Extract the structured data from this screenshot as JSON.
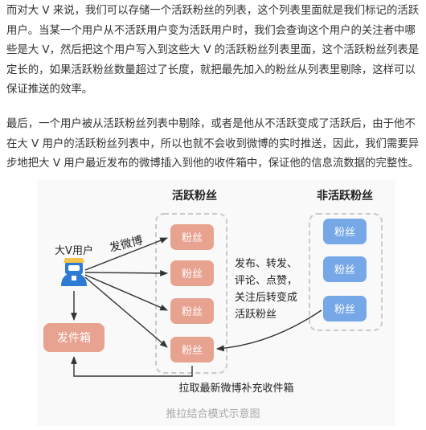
{
  "article": {
    "para1": "而对大 V 来说，我们可以存储一个活跃粉丝的列表，这个列表里面就是我们标记的活跃用户。当某一个用户从不活跃用户变为活跃用户时，我们会查询这个用户的关注者中哪些是大 V，然后把这个用户写入到这些大 V 的活跃粉丝列表里面，这个活跃粉丝列表是定长的，如果活跃粉丝数量超过了长度，就把最先加入的粉丝从列表里剔除，这样可以保证推送的效率。",
    "para2": "最后，一个用户被从活跃粉丝列表中剔除，或者是他从不活跃变成了活跃后，由于他不在大 V 用户的活跃粉丝列表中，所以也就不会收到微博的实时推送，因此，我们需要异步地把大 V 用户最近发布的微博插入到他的收件箱中，保证他的信息流数据的完整性。"
  },
  "figure": {
    "active_fans_title": "活跃粉丝",
    "inactive_fans_title": "非活跃粉丝",
    "big_v_label": "大V用户",
    "publish_label": "发微博",
    "fan_label": "粉丝",
    "outbox_label": "发件箱",
    "note_lines": [
      "发布、转发、",
      "评论、点赞，",
      "关注后转变成",
      "活跃粉丝"
    ],
    "pull_label": "拉取最新微博补充收件箱",
    "caption": "推拉结合模式示意图",
    "colors": {
      "active_fan": "#e8a290",
      "inactive_fan": "#76a8e8",
      "outbox": "#e8a290",
      "user_icon": "#2e7bd6",
      "user_hat": "#f2c34d",
      "dashed_box": "#c9c9c9",
      "arrow": "#333333"
    },
    "icons": [
      "user-avatar-icon"
    ]
  }
}
